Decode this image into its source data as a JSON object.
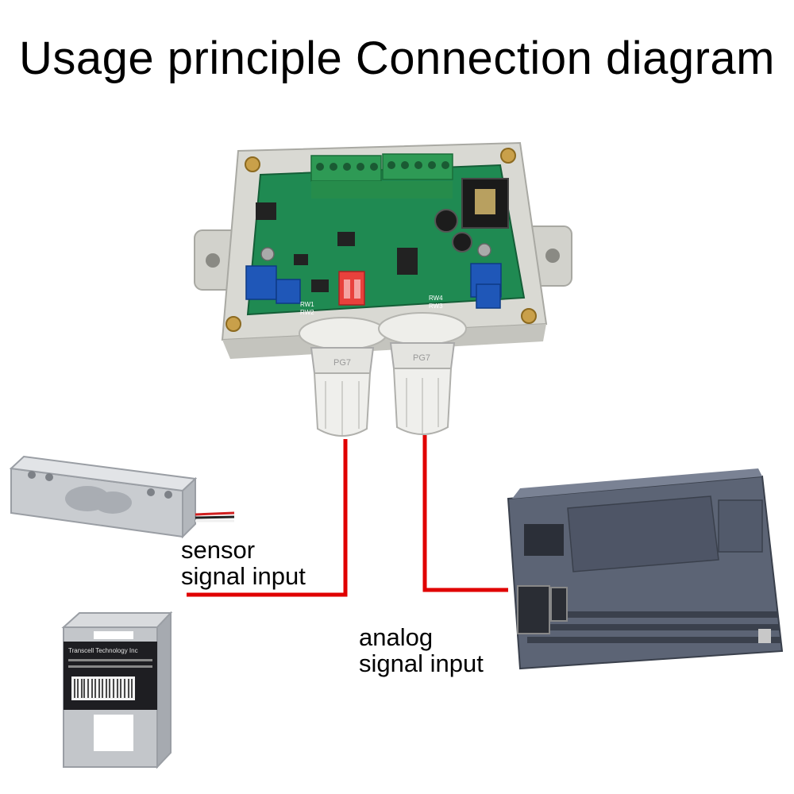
{
  "title": "Usage principle Connection diagram",
  "labels": {
    "sensor_line1": "sensor",
    "sensor_line2": "signal input",
    "analog_line1": "analog",
    "analog_line2": "signal input"
  },
  "device_text": {
    "board_marking_1": "RW1",
    "board_marking_2": "RW2",
    "board_marking_3": "RW3",
    "board_marking_4": "RW4",
    "gland_marking_left": "PG7",
    "gland_marking_right": "PG7",
    "sbeam_label_brand": "Transcell Technology Inc"
  },
  "colors": {
    "wire": "#e00000",
    "enclosure": "#dcdcd6",
    "pcb": "#1f8a52",
    "terminal": "#2e9a55",
    "plc": "#5c6475",
    "loadcell": "#c9ccd0"
  }
}
